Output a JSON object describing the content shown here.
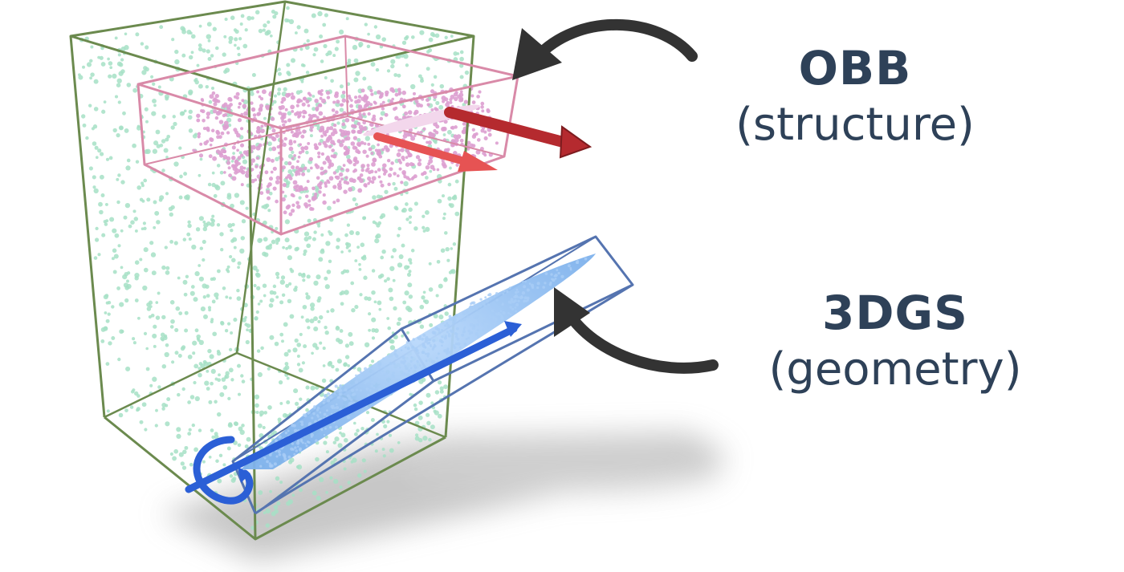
{
  "labels": {
    "obb": {
      "title": "OBB",
      "subtitle": "(structure)"
    },
    "gs": {
      "title": "3DGS",
      "subtitle": "(geometry)"
    }
  },
  "colors": {
    "text": "#2e4158",
    "outer_box": "#6b8a4e",
    "outer_points": "#a6e0c6",
    "obb_box": "#d98aa8",
    "obb_points": "#dd9fd0",
    "obb_axis_dark": "#b52a2f",
    "obb_axis_light": "#e65353",
    "gs_box": "#5574b0",
    "gs_ellipsoid": "#8fbdf0",
    "gs_axis": "#2b5fd6",
    "arrow": "#333333",
    "shadow": "#bdbdbd"
  }
}
